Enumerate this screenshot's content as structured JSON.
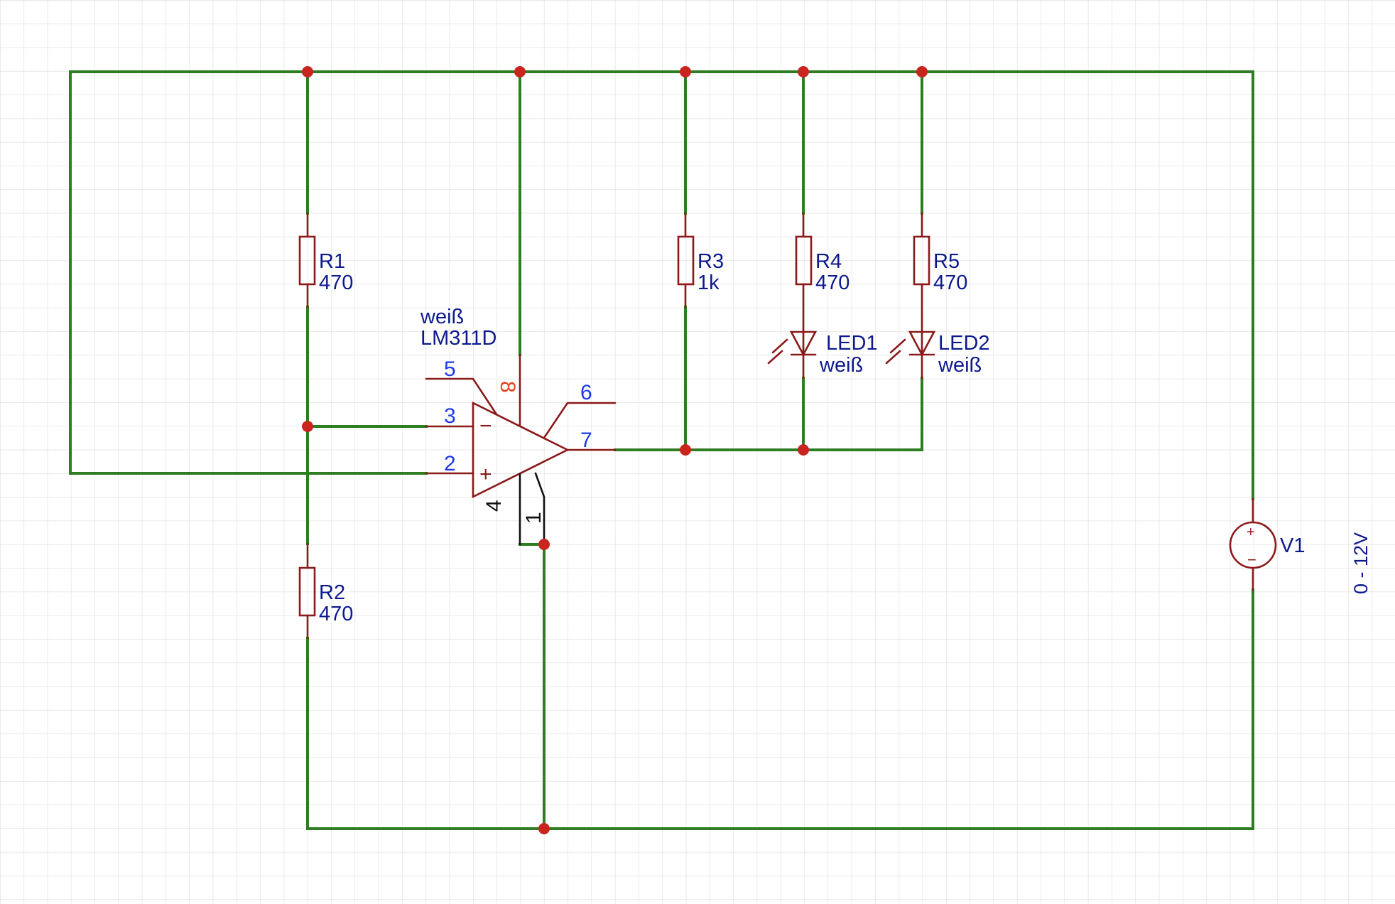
{
  "resistors": {
    "r1": {
      "name": "R1",
      "value": "470"
    },
    "r2": {
      "name": "R2",
      "value": "470"
    },
    "r3": {
      "name": "R3",
      "value": "1k"
    },
    "r4": {
      "name": "R4",
      "value": "470"
    },
    "r5": {
      "name": "R5",
      "value": "470"
    }
  },
  "leds": {
    "led1": {
      "name": "LED1",
      "value": "weiß"
    },
    "led2": {
      "name": "LED2",
      "value": "weiß"
    }
  },
  "comparator": {
    "value": "weiß",
    "part": "LM311D",
    "pins": {
      "p1": "1",
      "p2": "2",
      "p3": "3",
      "p4": "4",
      "p5": "5",
      "p6": "6",
      "p7": "7",
      "p8": "8"
    },
    "minus_sign": "−",
    "plus_sign": "+"
  },
  "source": {
    "name": "V1",
    "value": "0 - 12V",
    "plus_sign": "+",
    "minus_sign": "−"
  },
  "colors": {
    "wire": "#2e7d22",
    "component": "#8b1a1a",
    "junction": "#c8251f",
    "label": "#0d1a8c",
    "pin_number": "#1e3ae8",
    "grid": "#dcdcdc"
  }
}
